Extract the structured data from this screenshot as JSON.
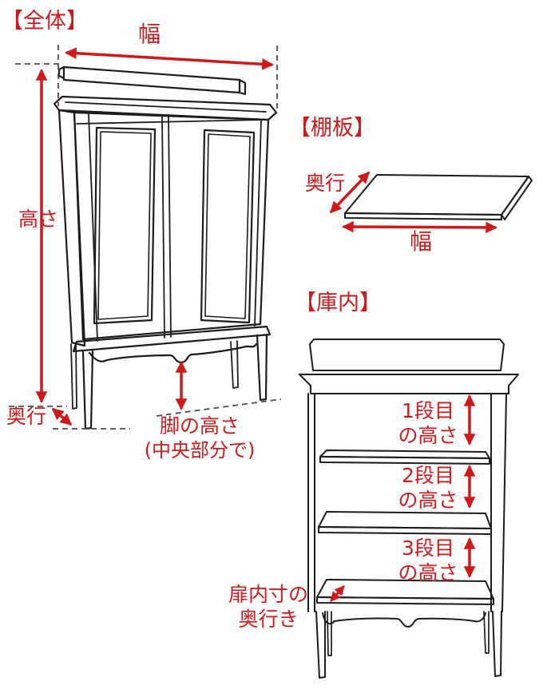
{
  "colors": {
    "annotation_red": "#cf1a1c",
    "line_black": "#1c1c1c",
    "guide_gray": "#4d4d4d",
    "background": "#ffffff"
  },
  "sections": {
    "overall": {
      "title": "【全体】",
      "width_label": "幅",
      "height_label": "高さ",
      "depth_label": "奥行",
      "leg_height_label_line1": "脚の高さ",
      "leg_height_label_line2": "(中央部分で)"
    },
    "shelf_board": {
      "title": "【棚板】",
      "depth_label": "奥行",
      "width_label": "幅"
    },
    "interior": {
      "title": "【庫内】",
      "tier1_label_line1": "1段目",
      "tier1_label_line2": "の高さ",
      "tier2_label_line1": "2段目",
      "tier2_label_line2": "の高さ",
      "tier3_label_line1": "3段目",
      "tier3_label_line2": "の高さ",
      "door_depth_label_line1": "扉内寸の",
      "door_depth_label_line2": "奥行き"
    }
  }
}
